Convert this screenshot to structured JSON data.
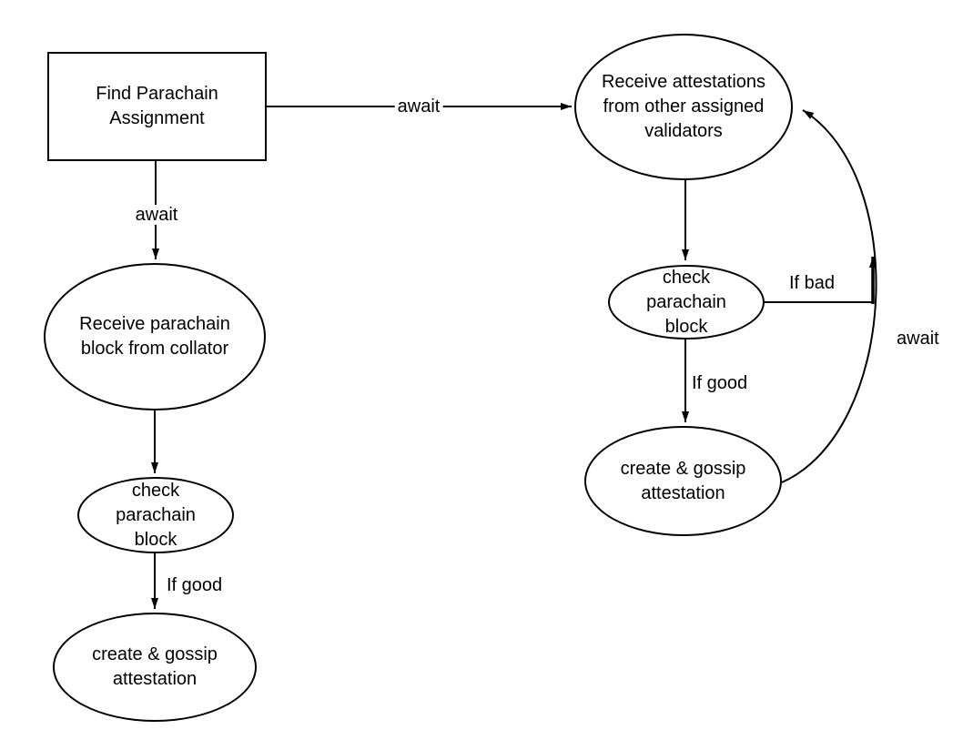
{
  "diagram": {
    "type": "flowchart",
    "colors": {
      "background": "#ffffff",
      "stroke": "#000000",
      "text": "#000000"
    },
    "nodes": {
      "find_assignment": {
        "label": "Find Parachain Assignment",
        "shape": "rectangle"
      },
      "receive_block": {
        "label": "Receive parachain block from collator",
        "shape": "ellipse"
      },
      "check_block_left": {
        "label": "check parachain block",
        "shape": "ellipse"
      },
      "create_attestation_left": {
        "label": "create & gossip attestation",
        "shape": "ellipse"
      },
      "receive_attestations": {
        "label": "Receive attestations from other assigned validators",
        "shape": "ellipse"
      },
      "check_block_right": {
        "label": "check parachain block",
        "shape": "ellipse"
      },
      "create_attestation_right": {
        "label": "create & gossip attestation",
        "shape": "ellipse"
      }
    },
    "edges": {
      "assignment_to_attestations": {
        "from": "find_assignment",
        "to": "receive_attestations",
        "label": "await"
      },
      "assignment_to_receive_block": {
        "from": "find_assignment",
        "to": "receive_block",
        "label": "await"
      },
      "receive_block_to_check": {
        "from": "receive_block",
        "to": "check_block_left",
        "label": ""
      },
      "check_left_to_create": {
        "from": "check_block_left",
        "to": "create_attestation_left",
        "label": "If good"
      },
      "attestations_to_check": {
        "from": "receive_attestations",
        "to": "check_block_right",
        "label": ""
      },
      "check_right_if_bad": {
        "from": "check_block_right",
        "to": "receive_attestations",
        "label": "If bad"
      },
      "check_right_to_create": {
        "from": "check_block_right",
        "to": "create_attestation_right",
        "label": "If good"
      },
      "create_right_to_attestations": {
        "from": "create_attestation_right",
        "to": "receive_attestations",
        "label": "await"
      }
    }
  }
}
